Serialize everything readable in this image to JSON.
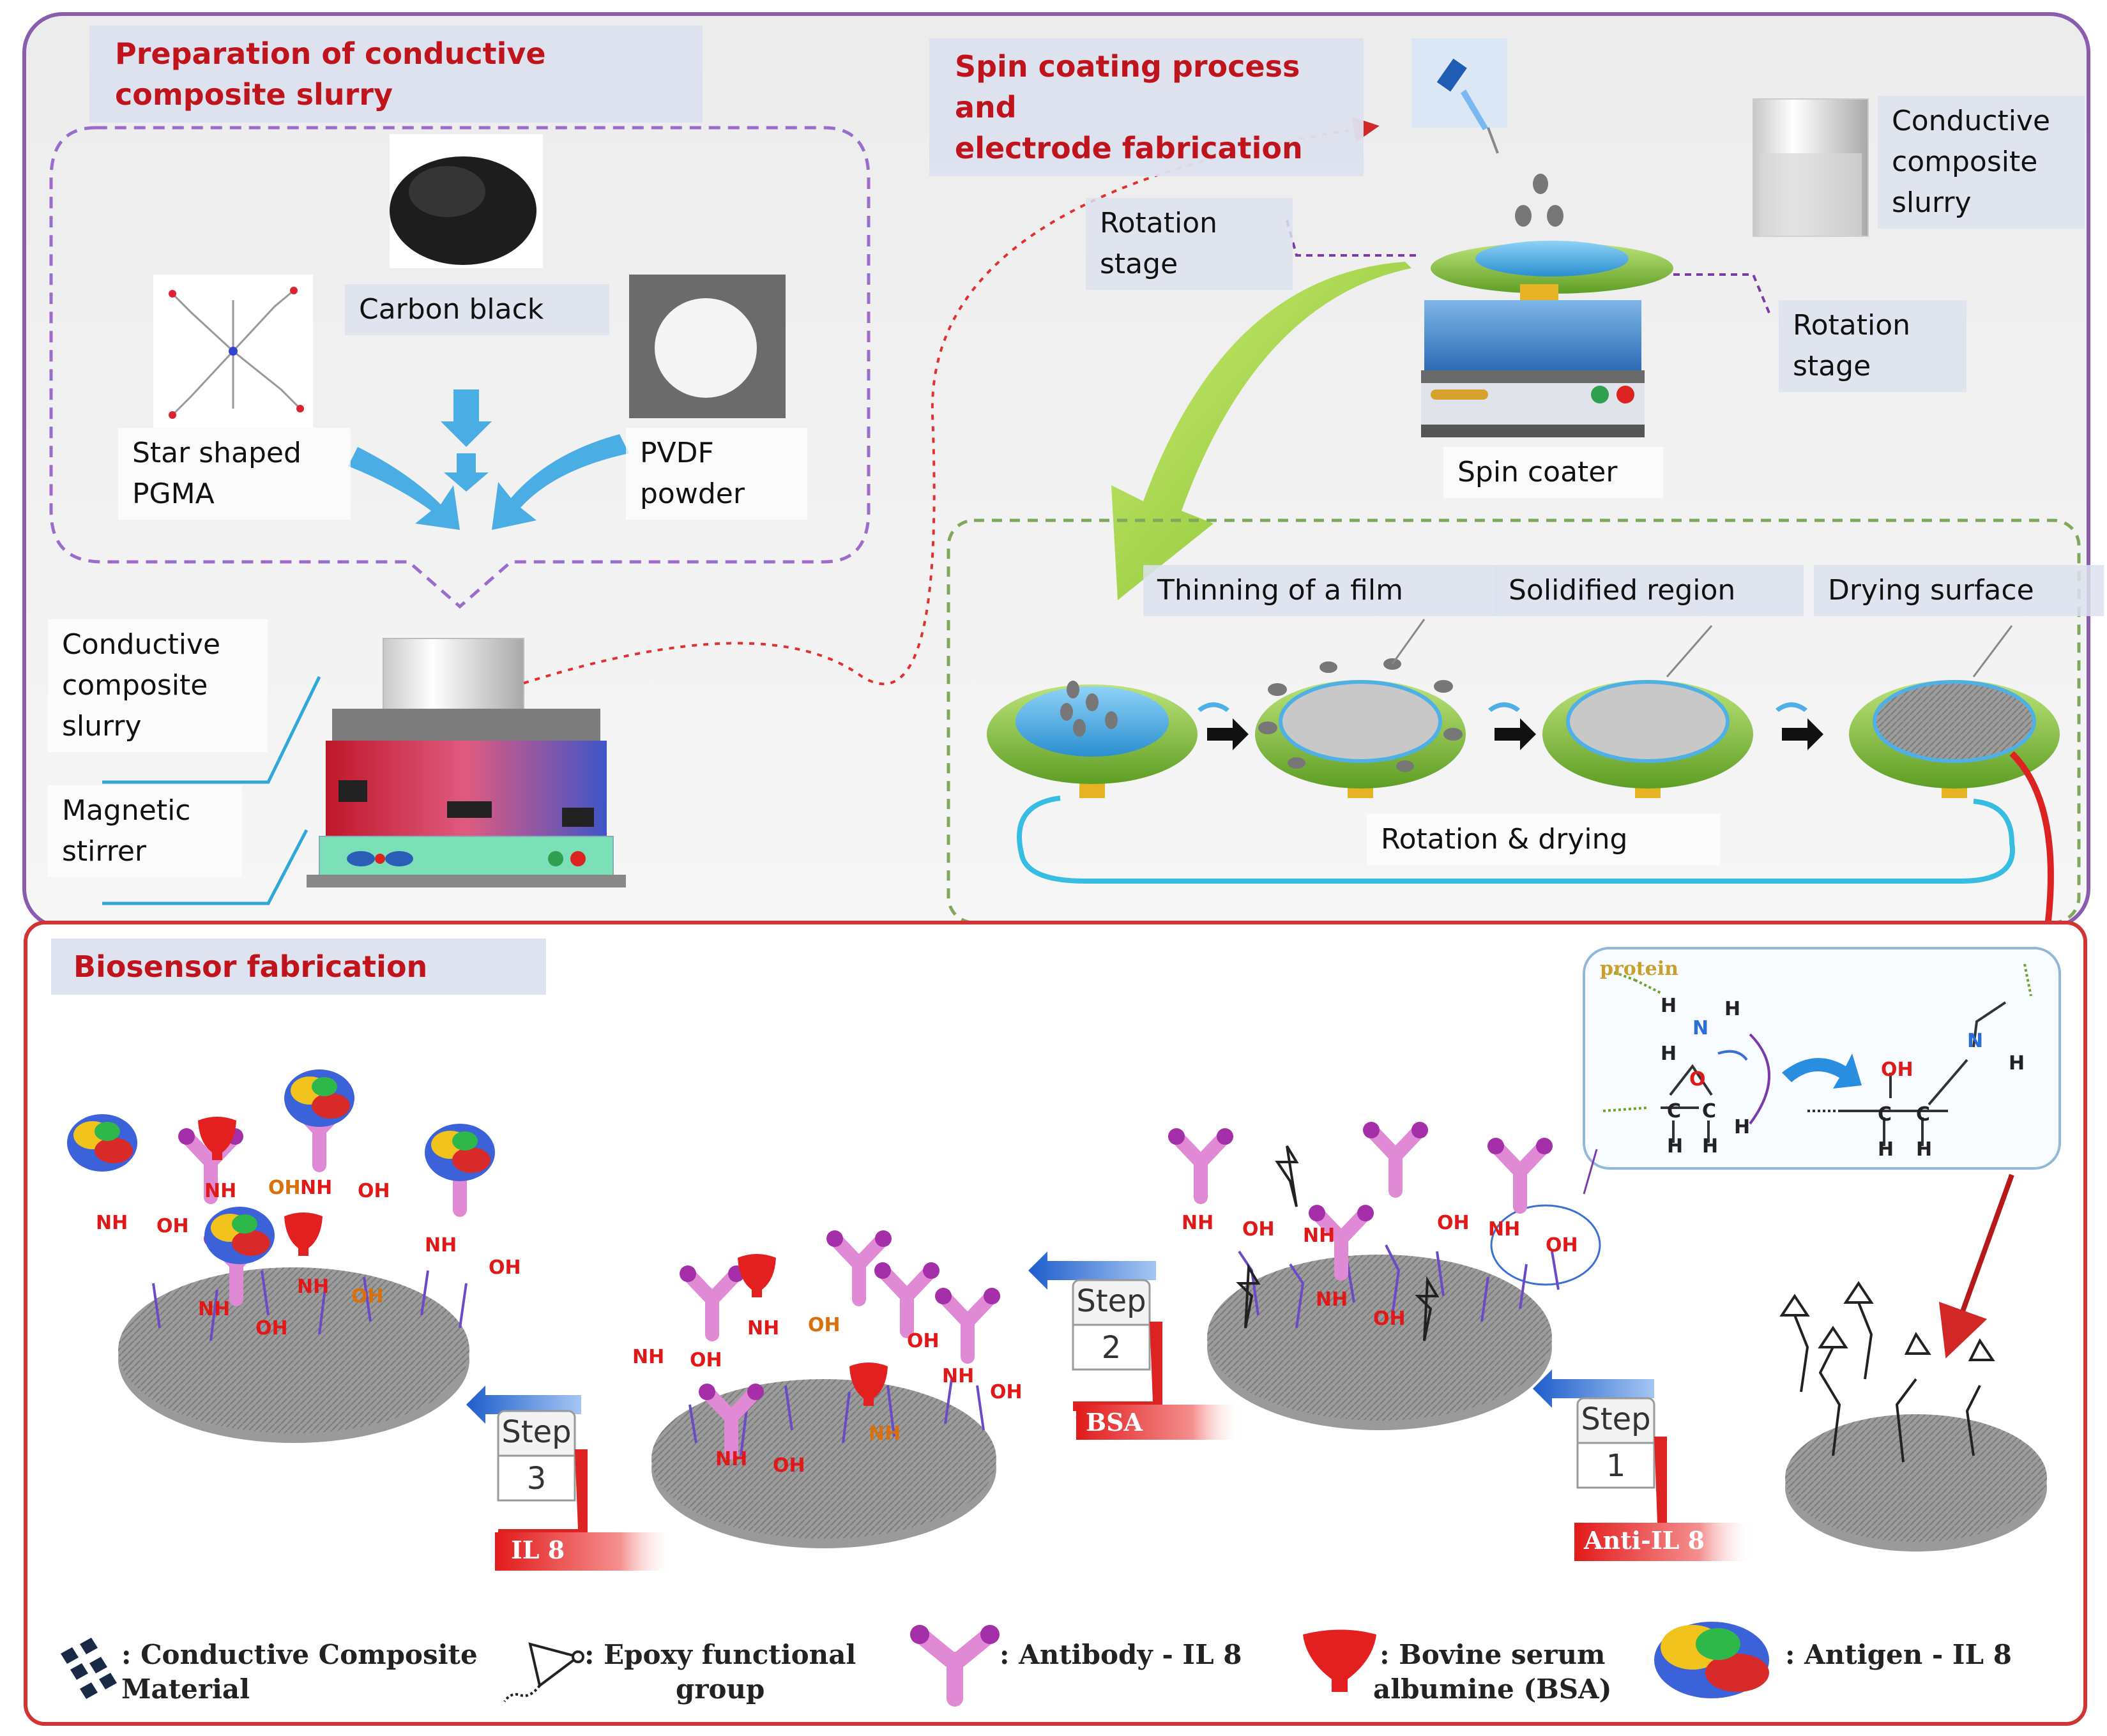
{
  "top_section": {
    "prep_title": "Preparation of conductive\ncomposite slurry",
    "spin_title": "Spin coating process and\nelectrode fabrication",
    "carbon_black": "Carbon black",
    "star_pgma": "Star shaped\nPGMA",
    "pvdf": "PVDF\npowder",
    "slurry_left": "Conductive\ncomposite\nslurry",
    "magnetic_stirrer": "Magnetic\nstirrer",
    "rotation_stage_left": "Rotation\nstage",
    "rotation_stage_right": "Rotation\nstage",
    "slurry_right": "Conductive\ncomposite\nslurry",
    "spin_coater": "Spin coater",
    "thinning": "Thinning of a film",
    "solidified": "Solidified region",
    "drying_surface": "Drying surface",
    "rotation_drying": "Rotation & drying"
  },
  "bottom_section": {
    "biosensor_title": "Biosensor fabrication",
    "protein": "protein",
    "step_word": "Step",
    "step1_num": "1",
    "step2_num": "2",
    "step3_num": "3",
    "step1_tag": "Anti-IL 8",
    "step2_tag": "BSA",
    "step3_tag": "IL 8",
    "chem_nh": "NH",
    "chem_oh": "OH",
    "chem_n": "N",
    "chem_h": "H",
    "chem_o": "O",
    "chem_c": "C"
  },
  "legend": {
    "conductive": ": Conductive Composite\nMaterial",
    "epoxy": ": Epoxy functional\ngroup",
    "antibody": ": Antibody - IL 8",
    "bsa": ": Bovine serum\nalbumine (BSA)",
    "antigen": ": Antigen - IL 8"
  },
  "colors": {
    "top_border": "#8a5cb0",
    "bottom_border": "#d23434",
    "title_red": "#c0141c",
    "green_ring": "#8fcc3a",
    "blue_disc": "#4fb0e6",
    "antibody": "#e08ad6",
    "antibody_tip": "#a42fa8",
    "bsa_red": "#e41f1f",
    "chem_red": "#e01818",
    "chem_orange": "#d8700c",
    "arrow_blue": "#3b7ad6"
  }
}
